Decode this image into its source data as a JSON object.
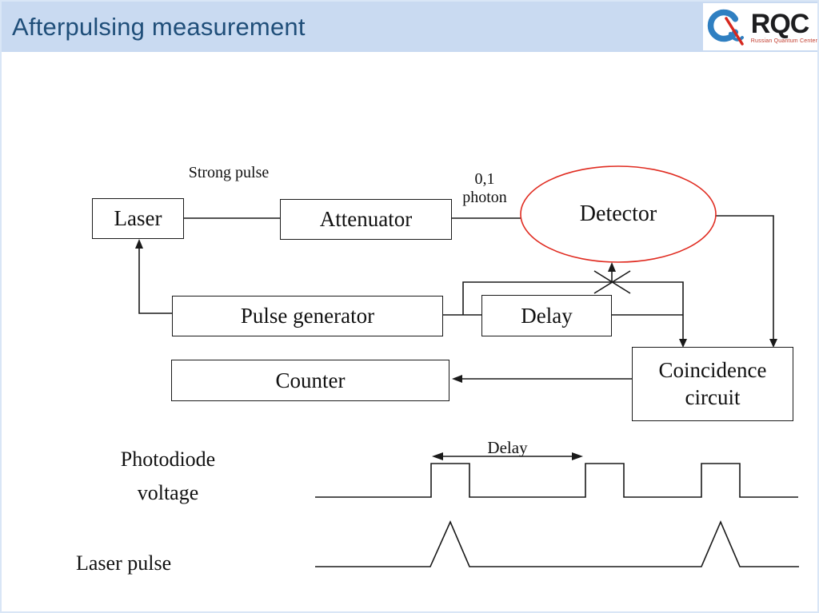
{
  "header": {
    "title": "Afterpulsing measurement",
    "logo": {
      "acronym": "RQC",
      "subtitle": "Russian Quantum Center"
    }
  },
  "diagram": {
    "blocks": {
      "laser": "Laser",
      "attenuator": "Attenuator",
      "detector": "Detector",
      "pulse_generator": "Pulse generator",
      "delay": "Delay",
      "counter": "Counter",
      "coincidence_circuit": "Coincidence circuit"
    },
    "labels": {
      "strong_pulse": "Strong pulse",
      "photon_line1": "0,1",
      "photon_line2": "photon",
      "delay_span": "Delay"
    }
  },
  "waveforms": {
    "photodiode_label_line1": "Photodiode",
    "photodiode_label_line2": "voltage",
    "laser_pulse_label": "Laser pulse"
  },
  "colors": {
    "header_bg": "#c9daf1",
    "title_color": "#1f4e79",
    "detector_stroke": "#e02b20",
    "wire_color": "#1a1a1a",
    "logo_blue": "#2f7fc1",
    "logo_red": "#d6281e"
  }
}
